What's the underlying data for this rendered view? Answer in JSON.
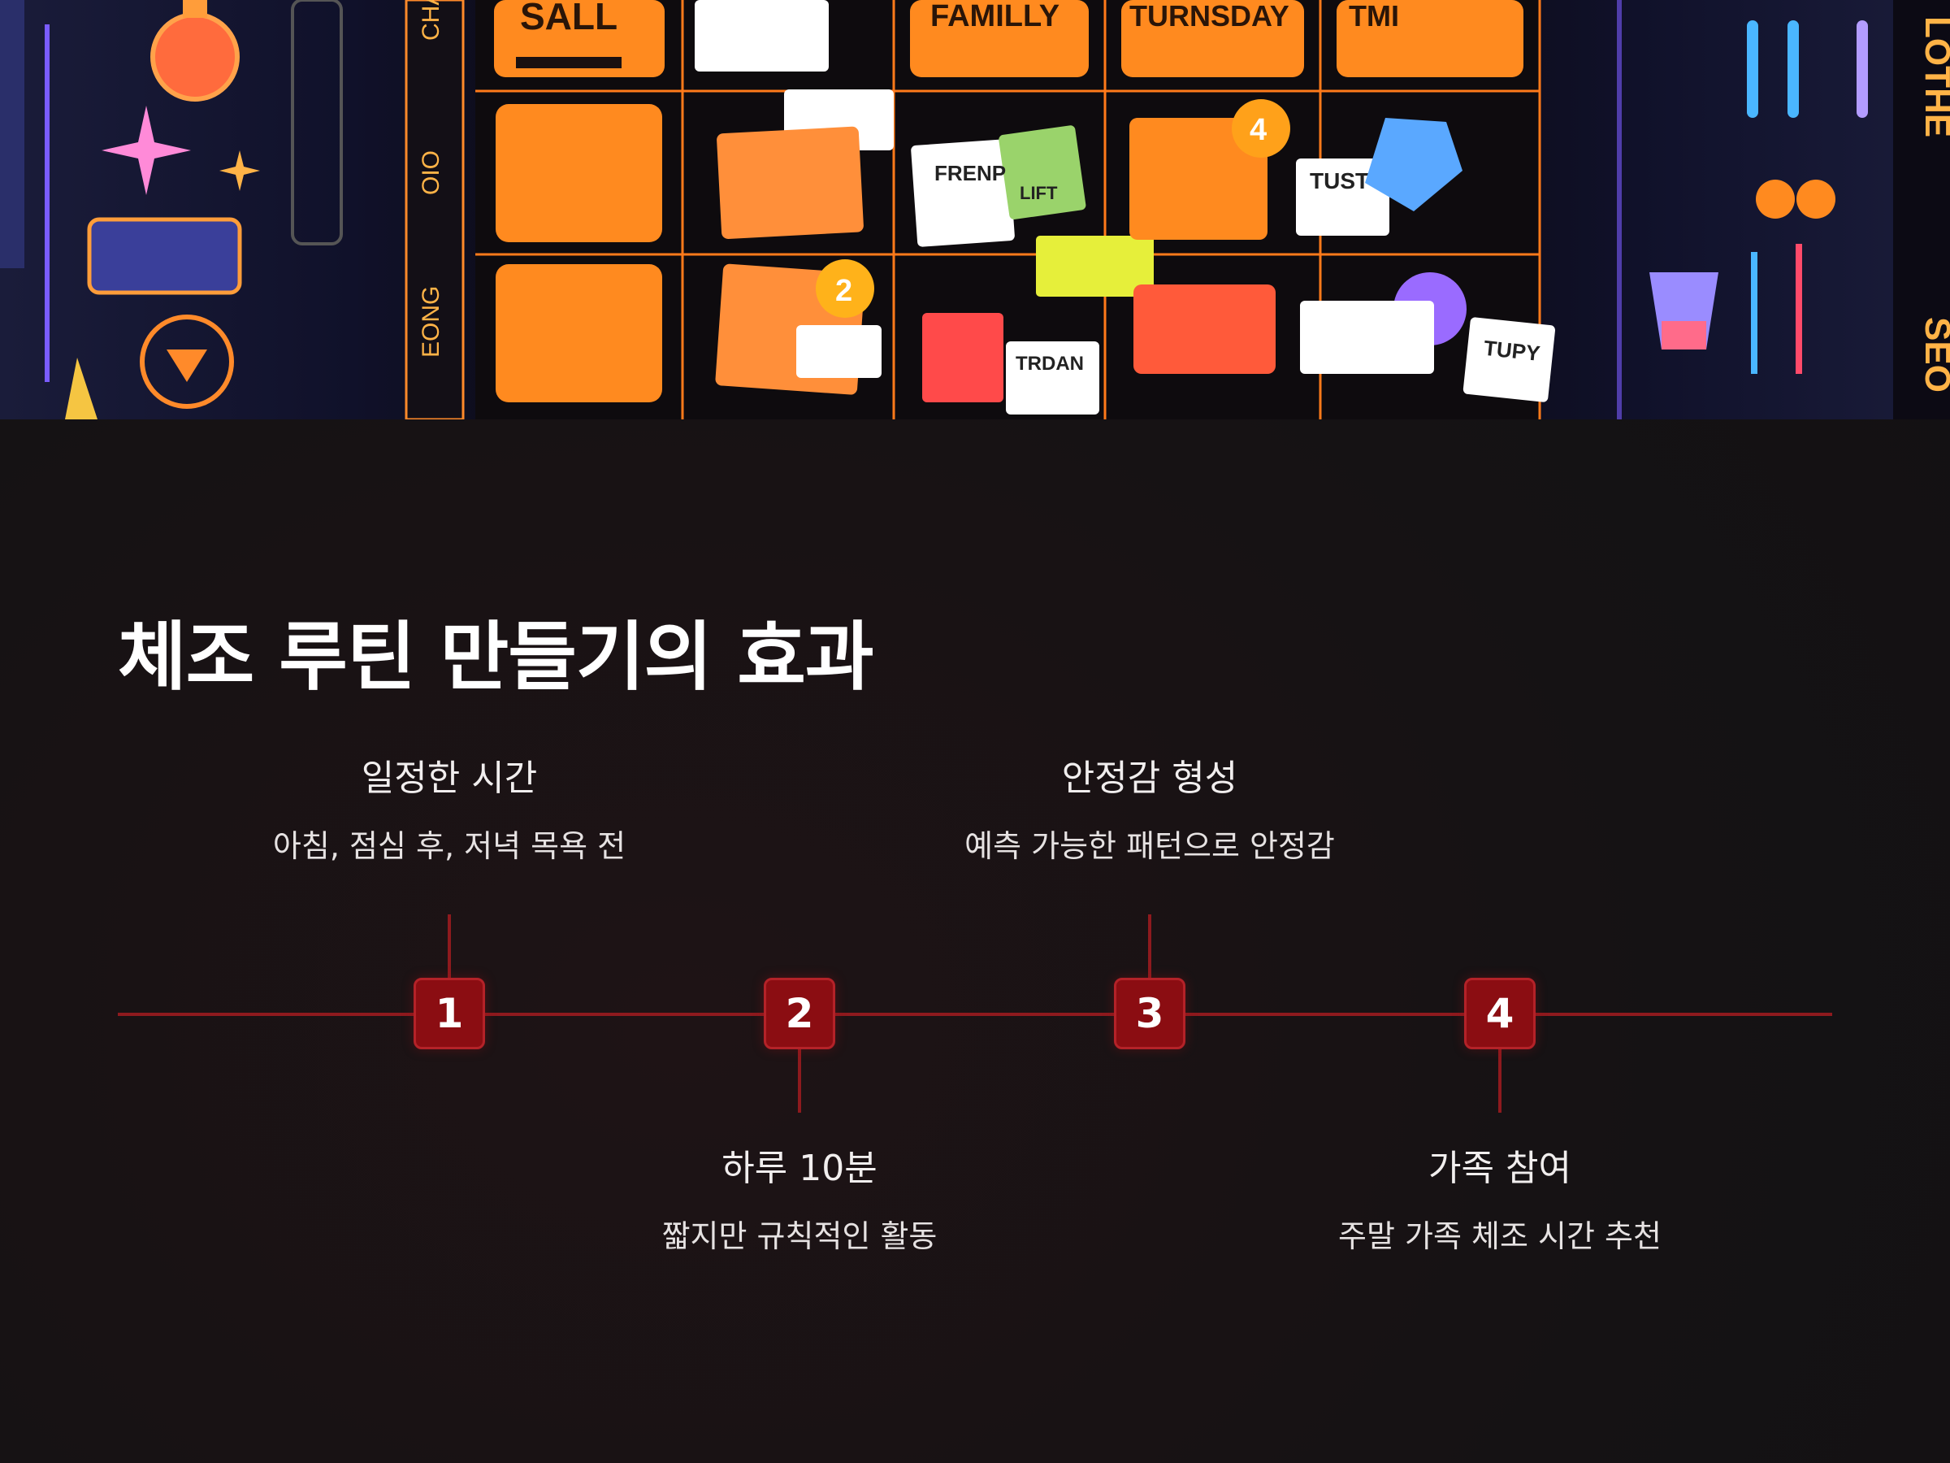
{
  "banner": {
    "image_name": "calendar-illustration",
    "header_cells": [
      "SALL",
      "FAMILLY",
      "TURNSDAY",
      "TMI"
    ],
    "side_labels": [
      "CHA",
      "OIO",
      "EONG"
    ],
    "right_vertical_text": [
      "LOTHE",
      "SEO"
    ],
    "note_labels": [
      "FRENP",
      "LIFT",
      "TUST",
      "TRDAN",
      "TUPY"
    ],
    "badges": [
      "4",
      "2"
    ]
  },
  "title": "체조 루틴 만들기의 효과",
  "steps": [
    {
      "number": "1",
      "title": "일정한 시간",
      "desc": "아침, 점심 후, 저녁 목욕 전"
    },
    {
      "number": "2",
      "title": "하루 10분",
      "desc": "짧지만 규칙적인 활동"
    },
    {
      "number": "3",
      "title": "안정감 형성",
      "desc": "예측 가능한 패턴으로 안정감"
    },
    {
      "number": "4",
      "title": "가족 참여",
      "desc": "주말 가족 체조 시간 추천"
    }
  ],
  "colors": {
    "background": "#151214",
    "accent": "#8b0d12",
    "line": "#8e1a1e",
    "text": "#ffffff"
  }
}
